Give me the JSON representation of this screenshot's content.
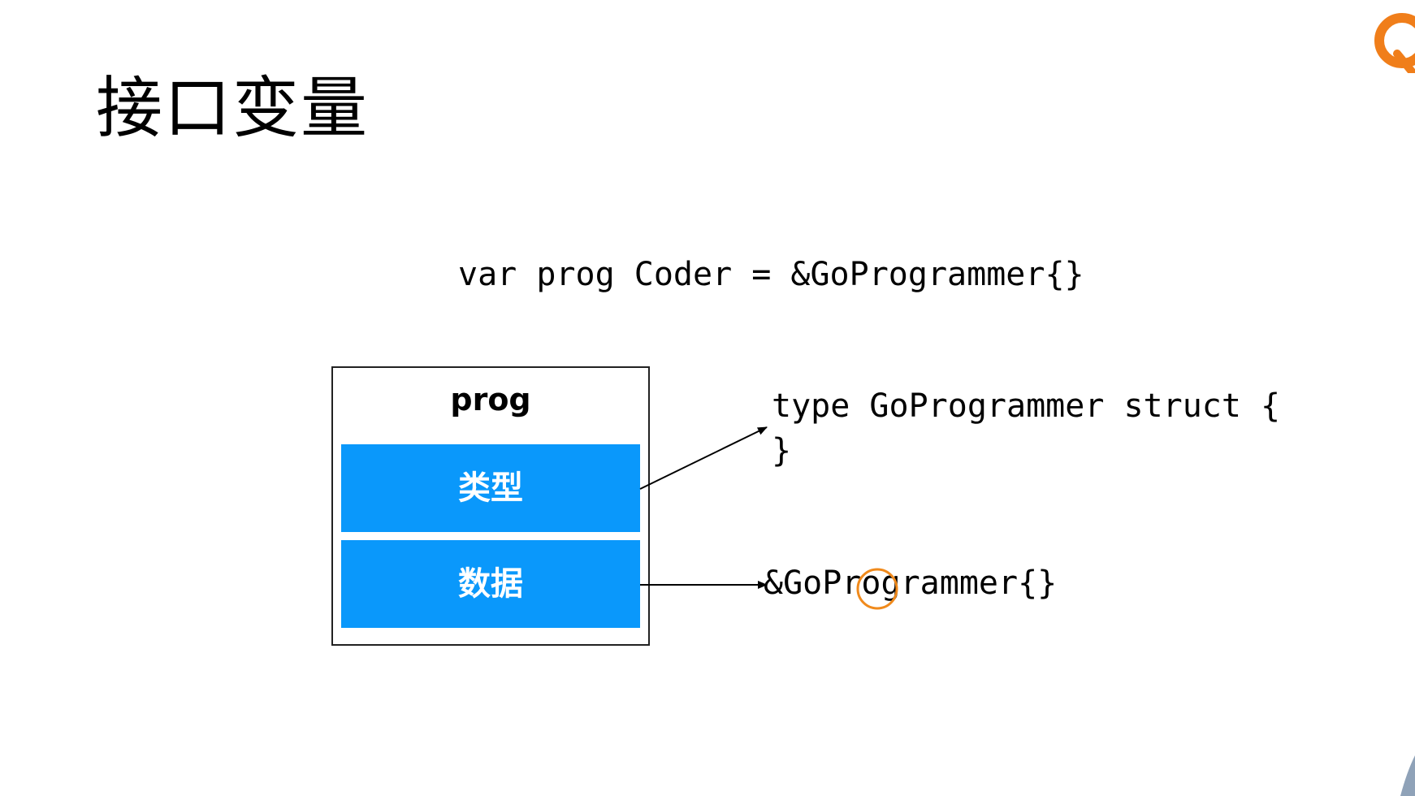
{
  "slide": {
    "title": "接口变量",
    "declaration": "var prog Coder = &GoProgrammer{}"
  },
  "diagram": {
    "box_label": "prog",
    "cell_type_label": "类型",
    "cell_data_label": "数据",
    "struct_line1": "type GoProgrammer struct {",
    "struct_line2": "}",
    "value_label": "&GoProgrammer{}"
  },
  "colors": {
    "cell_fill": "#0a98fb",
    "cursor_ring": "#f08a1c",
    "logo": "#f07e1a"
  },
  "icons": {
    "logo": "brand-logo-icon",
    "cursor": "cursor-highlight-icon"
  }
}
